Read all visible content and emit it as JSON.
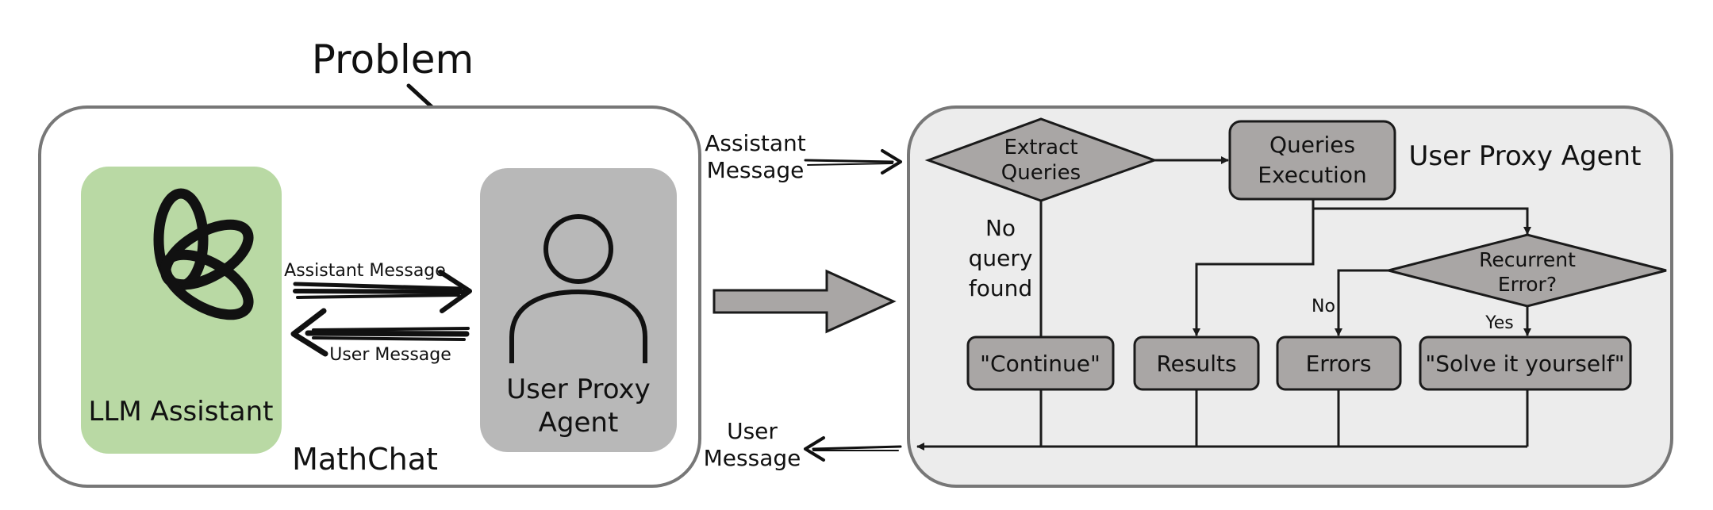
{
  "title": "Problem",
  "left_panel": {
    "label": "MathChat",
    "assistant_box": {
      "label": "LLM Assistant"
    },
    "proxy_box": {
      "label_line1": "User Proxy",
      "label_line2": "Agent"
    },
    "arrow_top_label": "Assistant Message",
    "arrow_bottom_label": "User Message"
  },
  "flow_in": {
    "label_line1": "Assistant",
    "label_line2": "Message"
  },
  "flow_out": {
    "label_line1": "User",
    "label_line2": "Message"
  },
  "right_panel": {
    "title": "User Proxy Agent",
    "extract": {
      "line1": "Extract",
      "line2": "Queries"
    },
    "execution": {
      "line1": "Queries",
      "line2": "Execution"
    },
    "recurrent": {
      "line1": "Recurrent",
      "line2": "Error?"
    },
    "no_query": {
      "line1": "No",
      "line2": "query",
      "line3": "found"
    },
    "no_label": "No",
    "yes_label": "Yes",
    "continue_box": "\"Continue\"",
    "results_box": "Results",
    "errors_box": "Errors",
    "solve_box": "\"Solve it yourself\""
  },
  "colors": {
    "assistant_fill": "#b9d9a4",
    "proxy_fill": "#b8b8b8",
    "panel_fill": "#ececec",
    "node_fill": "#a9a6a5",
    "stroke": "#1a1a1a"
  }
}
